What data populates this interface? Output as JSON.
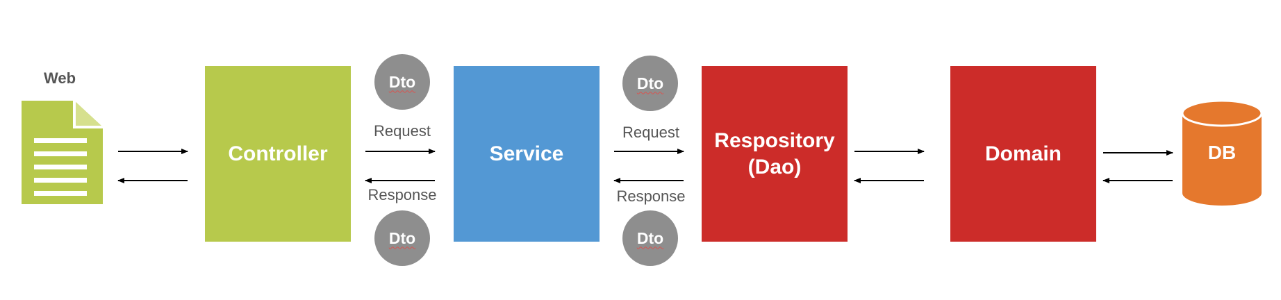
{
  "web": {
    "label": "Web"
  },
  "boxes": {
    "controller": {
      "label": "Controller",
      "color": "#b7c94c"
    },
    "service": {
      "label": "Service",
      "color": "#5398d4"
    },
    "repository": {
      "line1": "Respository",
      "line2": "(Dao)",
      "color": "#cc2c29"
    },
    "domain": {
      "label": "Domain",
      "color": "#cc2c29"
    }
  },
  "db": {
    "label": "DB",
    "color": "#e5782d"
  },
  "dto": {
    "top1": "Dto",
    "bottom1": "Dto",
    "top2": "Dto",
    "bottom2": "Dto"
  },
  "flow": {
    "request1": "Request",
    "response1": "Response",
    "request2": "Request",
    "response2": "Response"
  },
  "colors": {
    "web_doc": "#b7c94c",
    "dto_circle": "#8e8e8e",
    "arrow": "#000000"
  }
}
